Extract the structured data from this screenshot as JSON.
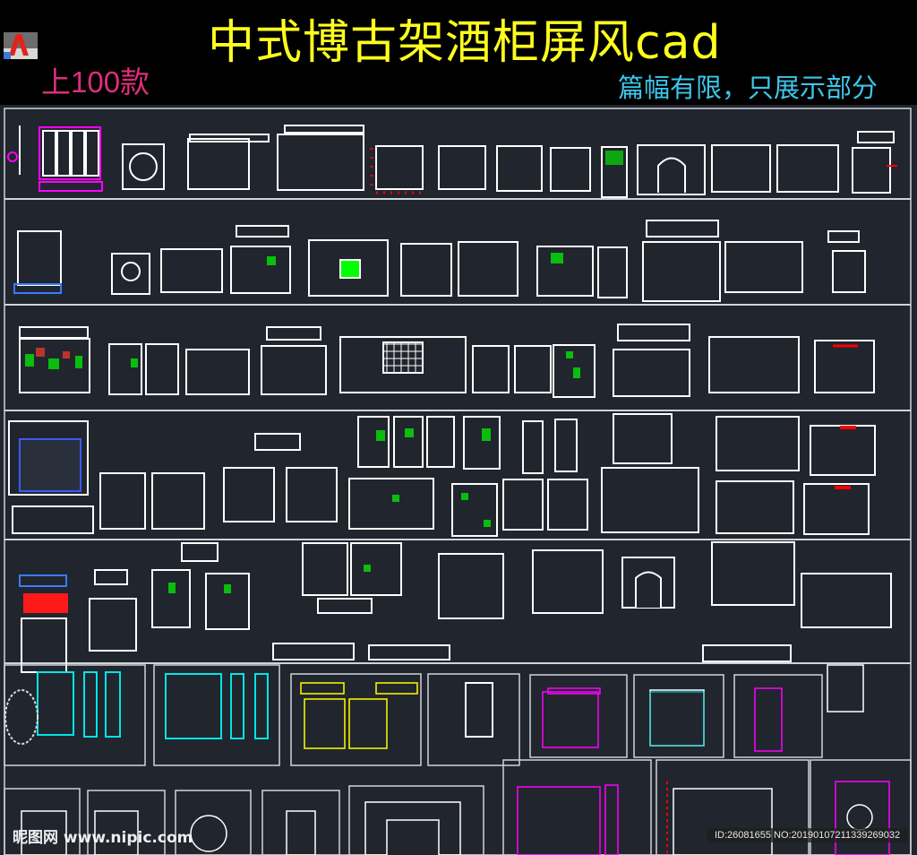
{
  "header": {
    "title": "中式博古架酒柜屏风cad",
    "count_label": "上100款",
    "subtitle": "篇幅有限，只展示部分",
    "logo_icon": "autocad-logo-icon",
    "colors": {
      "title": "#ffff1e",
      "count": "#dd2e7c",
      "subtitle": "#3cc6ea",
      "background": "#000000"
    }
  },
  "canvas": {
    "background": "#21252e",
    "line_color": "#ffffff",
    "accent_colors": [
      "#ff00ff",
      "#00ffff",
      "#00ff00",
      "#ff0000",
      "#ffff00",
      "#0000ff"
    ],
    "rows": [
      {
        "label": "row-1",
        "drawings": 15
      },
      {
        "label": "row-2",
        "drawings": 14
      },
      {
        "label": "row-3",
        "drawings": 12
      },
      {
        "label": "row-4",
        "drawings": 20
      },
      {
        "label": "row-5",
        "drawings": 14
      },
      {
        "label": "row-6-framed-sheets",
        "drawings": 8
      },
      {
        "label": "row-7-framed-sheets",
        "drawings": 8
      }
    ]
  },
  "watermark": {
    "site": "昵图网 www.nipic.com",
    "id_text": "ID:26081655 NO:20190107211339269032"
  }
}
